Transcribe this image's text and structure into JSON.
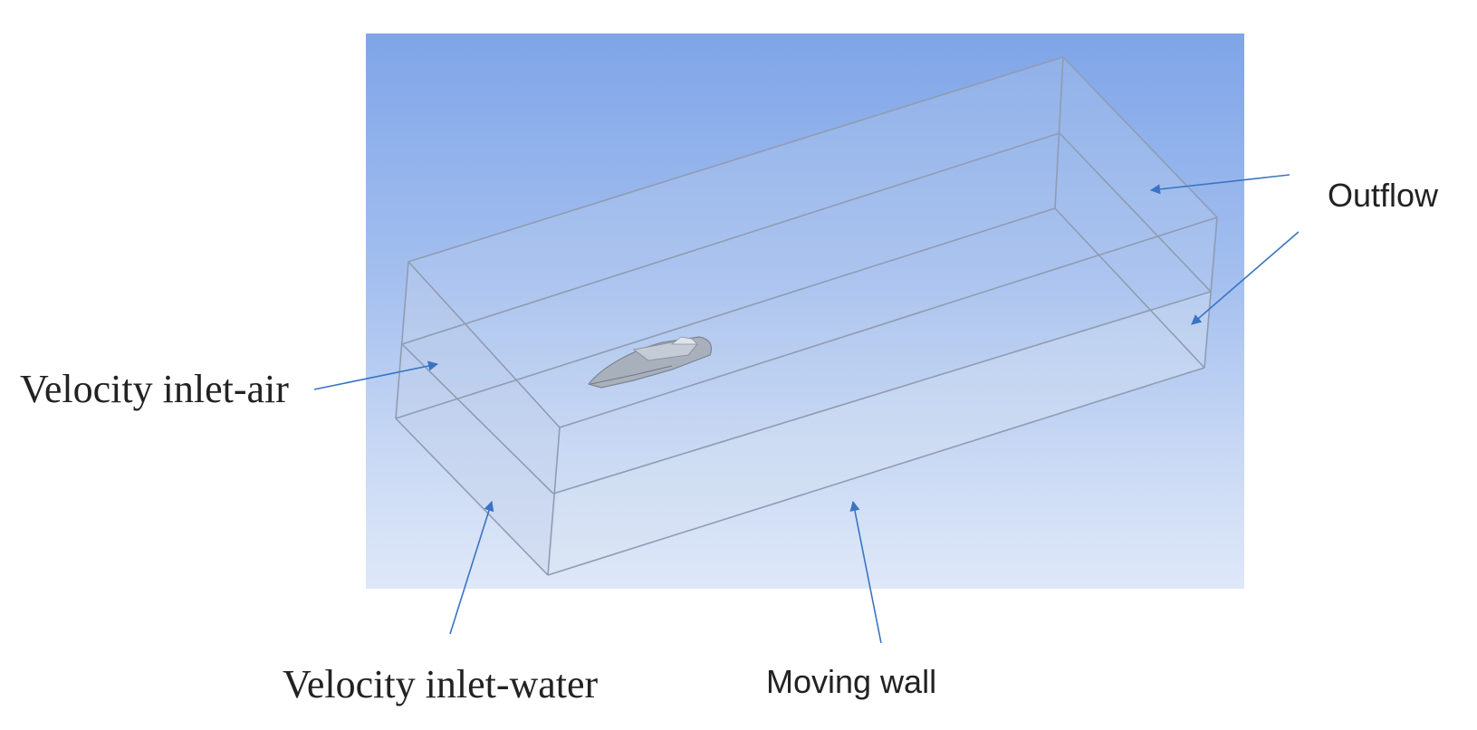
{
  "labels": {
    "outflow": "Outflow",
    "velocity_inlet_air": "Velocity inlet-air",
    "velocity_inlet_water": "Velocity inlet-water",
    "moving_wall": "Moving wall"
  },
  "colors": {
    "background_top": "#7fa5e8",
    "background_bottom": "#dfe8f8",
    "box_edge": "#8f9cb2",
    "arrow": "#3a74c4",
    "label_text": "#222222"
  }
}
